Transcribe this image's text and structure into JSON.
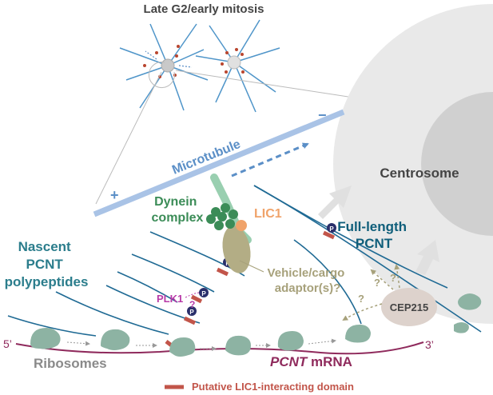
{
  "title": "Late G2/early mitosis",
  "labels": {
    "microtubule": "Microtubule",
    "plus_end": "+",
    "minus_end": "−",
    "centrosome": "Centrosome",
    "dynein_complex": "Dynein complex",
    "lic1": "LIC1",
    "full_length_pcnt": "Full-length PCNT",
    "nascent": "Nascent PCNT polypeptides",
    "vehicle": "Vehicle/cargo adaptor(s)?",
    "plk1": "PLK1",
    "question": "?",
    "cep215": "CEP215",
    "ribosomes": "Ribosomes",
    "mrna_italic": "PCNT",
    "mrna_rest": " mRNA",
    "five_prime": "5’",
    "three_prime": "3’",
    "phospho": "P",
    "legend": "Putative LIC1-interacting domain"
  },
  "colors": {
    "microtubule": "#a9c3e6",
    "arrow_blue": "#5b8fc7",
    "polypeptide": "#1f6a94",
    "ribosome": "#8db3a3",
    "mrna": "#8f2a5c",
    "domain": "#c2554a",
    "dynein": "#3b8c57",
    "dynein_stalk": "#99cfb0",
    "lic1": "#f0a36a",
    "vehicle": "#b3ad85",
    "plk1": "#b83aa8",
    "centrosome_outer": "#e6e6e6",
    "centrosome_inner": "#cfcfcf",
    "cep215": "#ddd2cc",
    "teal_text": "#2b7d8c",
    "dark_teal_text": "#0f5e7a",
    "grey_text": "#8a8a8a",
    "olive_text": "#a7a17b",
    "phospho_fill": "#2a2f6b"
  }
}
